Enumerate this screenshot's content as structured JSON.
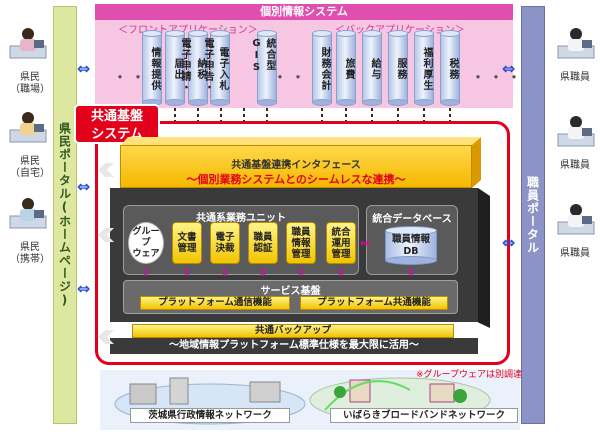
{
  "top_system": {
    "header": "個別情報システム",
    "front_label": "＜フロントアプリケーション＞",
    "back_label": "＜バックアプリケーション＞",
    "front_apps": [
      "情報提供",
      "届出",
      "電子申請・",
      "納税",
      "電子申告・",
      "電子入札",
      "統合型GIS"
    ],
    "back_apps": [
      "財務会計",
      "旅費",
      "給与",
      "服務",
      "福利厚生",
      "税務"
    ],
    "dots": "・・・"
  },
  "core_badge": [
    "共通基盤",
    "システム"
  ],
  "interface": {
    "title": "共通基盤連携インタフェース",
    "subtitle": "～個別業務システムとのシームレスな連携～"
  },
  "unit": {
    "title": "共通系業務ユニット",
    "groupware": [
      "グループ",
      "ウェア"
    ],
    "items": [
      [
        "文書",
        "管理"
      ],
      [
        "電子",
        "決裁"
      ],
      [
        "職員",
        "認証"
      ],
      [
        "職員",
        "情報",
        "管理"
      ],
      [
        "統合",
        "運用",
        "管理"
      ]
    ]
  },
  "database": {
    "title": "統合データベース",
    "db_label": [
      "職員情報",
      "DB"
    ]
  },
  "service": {
    "title": "サービス基盤",
    "items": [
      "プラットフォーム通信機能",
      "プラットフォーム共通機能"
    ]
  },
  "backup": "共通バックアップ",
  "bottom_bar": "～地域情報プラットフォーム標準仕様を最大限に活用～",
  "left_portal": "県民ポータル(ホームページ)",
  "right_portal": "職員ポータル",
  "left_people": [
    {
      "line1": "県民",
      "line2": "（職場）"
    },
    {
      "line1": "県民",
      "line2": "（自宅）"
    },
    {
      "line1": "県民",
      "line2": "（携帯）"
    }
  ],
  "right_people": [
    "県職員",
    "県職員",
    "県職員"
  ],
  "note": "※グループウェアは別調達",
  "networks": [
    "茨城県行政情報ネットワーク",
    "いばらきブロードバンドネットワーク"
  ],
  "colors": {
    "red": "#e3001b",
    "pink": "#e04fb0",
    "yellow": "#f6b800",
    "dark": "#3a3a3a",
    "magenta": "#e000a8",
    "blue_arrow": "#1f4fd6"
  }
}
